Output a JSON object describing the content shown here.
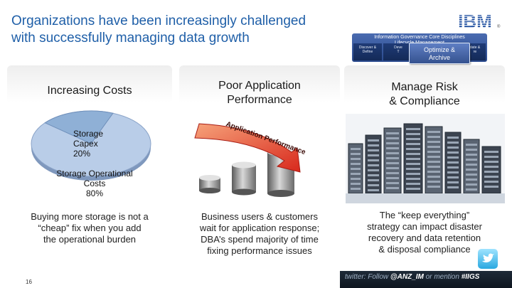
{
  "slide": {
    "title_line1": "Organizations have been increasingly challenged",
    "title_line2": "with successfully managing data growth",
    "logo": "IBM",
    "slide_number": "16"
  },
  "governance": {
    "title_line1": "Information Governance Core Disciplines",
    "title_line2": "Lifecycle Management",
    "cell1_line1": "Discover &",
    "cell1_line2": "Define",
    "cell2_line1": "Deve",
    "cell2_line2": "T",
    "cell3_line1": "date &",
    "cell3_line2": "re",
    "optimize_line1": "Optimize &",
    "optimize_line2": "Archive"
  },
  "panels": {
    "costs": {
      "heading": "Increasing Costs",
      "capex_line1": "Storage",
      "capex_line2": "Capex",
      "capex_line3": "20%",
      "opex_line1": "Storage Operational",
      "opex_line2": "Costs",
      "opex_line3": "80%",
      "body_line1": "Buying more storage is not a",
      "body_line2": "“cheap” fix when you add",
      "body_line3": "the operational burden",
      "pie": {
        "capex_percent": 20,
        "opex_percent": 80
      }
    },
    "performance": {
      "heading_line1": "Poor Application",
      "heading_line2": "Performance",
      "arrow_label": "Application Performance",
      "body_line1": "Business users & customers",
      "body_line2": "wait for application response;",
      "body_line3": "DBA’s spend majority of time",
      "body_line4": "fixing performance issues"
    },
    "risk": {
      "heading_line1": "Manage Risk",
      "heading_line2": "& Compliance",
      "body_line1": "The “keep everything”",
      "body_line2": "strategy can impact disaster",
      "body_line3": "recovery and data retention",
      "body_line4": "& disposal compliance"
    }
  },
  "footer": {
    "prefix": "twitter: Follow ",
    "handle": "@ANZ_IM",
    "middle": " or mention ",
    "hashtag": "#IIGS"
  },
  "colors": {
    "title": "#1f5fa8",
    "pie_opex": "#b9cde8",
    "pie_capex": "#8fb0d6",
    "arrow_red": "#d8281c",
    "footer_bg": "#0e1620"
  },
  "icons": [
    "ibm-logo-icon",
    "twitter-bird-icon",
    "pie-chart-icon",
    "database-cylinder-icon",
    "growth-arrow-icon",
    "server-room-icon"
  ]
}
